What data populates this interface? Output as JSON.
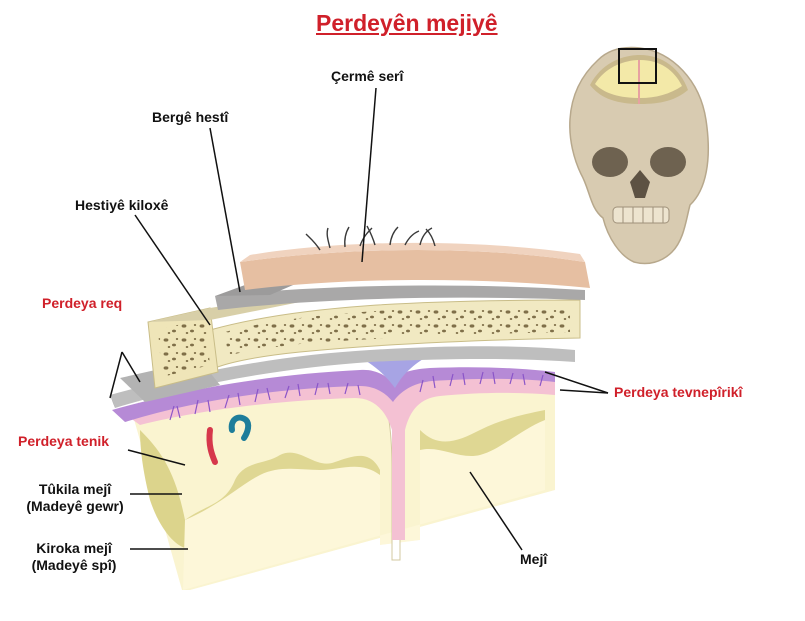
{
  "title": "Perdeyên mejiyê",
  "labels": {
    "scalp_hair": "Çermê serî",
    "periosteum": "Bergê hestî",
    "skull_bone": "Hestiyê kiloxê",
    "dura_mater": "Perdeya req",
    "arachnoid": "Perdeya tevnepîrikî",
    "pia_mater": "Perdeya tenik",
    "grey_matter_line1": "Tûkila mejî",
    "grey_matter_line2": "(Madeyê gewr)",
    "white_matter_line1": "Kiroka mejî",
    "white_matter_line2": "(Madeyê spî)",
    "brain": "Mejî"
  },
  "colors": {
    "title": "#d0202a",
    "red_label": "#d0202a",
    "black_label": "#111111",
    "skin": "#e6bfa2",
    "bone": "#f1e9c2",
    "bone_spots": "#6b5a34",
    "periosteum": "#a9a8a8",
    "dura": "#bebebe",
    "arachnoid": "#b68ad6",
    "pia": "#f4c1d3",
    "grey_matter": "#dcd48c",
    "white_matter": "#faf4d0",
    "sinus": "#a7a4e4",
    "skull": "#dcd0b6"
  },
  "icons": {
    "skull": "skull-icon",
    "artery": "artery-icon",
    "vein": "vein-icon"
  }
}
